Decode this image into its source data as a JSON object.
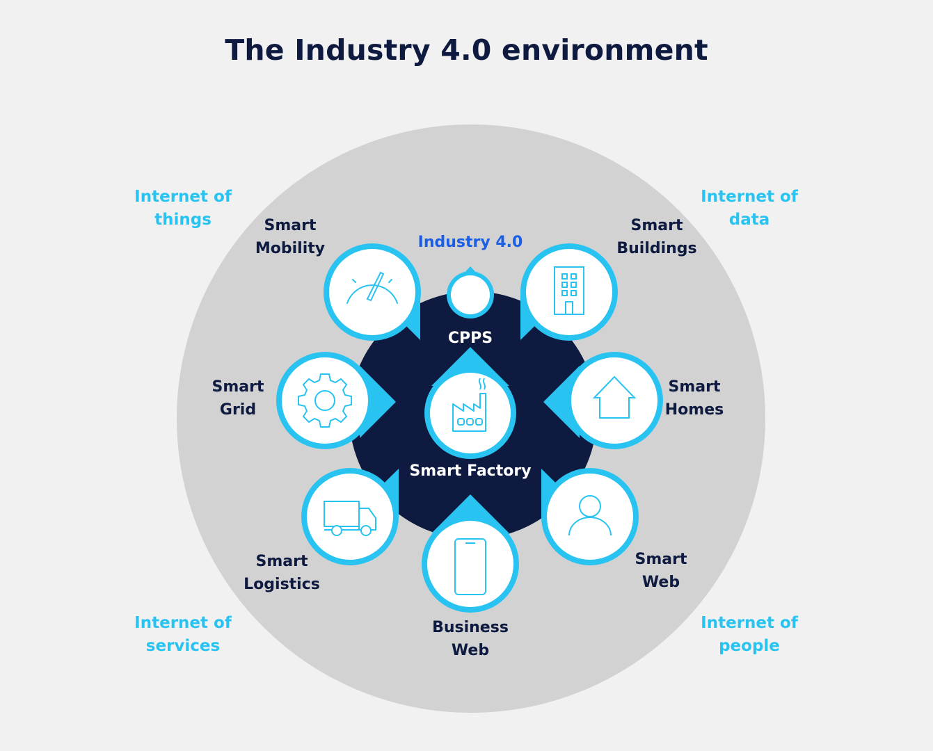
{
  "title": "The Industry 4.0 environment",
  "colors": {
    "background": "#f1f1f1",
    "outer_circle": "#d2d2d2",
    "core": "#0e1a3f",
    "accent": "#29c3f1",
    "highlight": "#1b5ee6"
  },
  "corners": {
    "internet_of_things": [
      "Internet of",
      "things"
    ],
    "internet_of_data": [
      "Internet of",
      "data"
    ],
    "internet_of_services": [
      "Internet of",
      "services"
    ],
    "internet_of_people": [
      "Internet of",
      "people"
    ]
  },
  "core": {
    "industry": "Industry 4.0",
    "cpps": "CPPS",
    "smart_factory": "Smart Factory"
  },
  "nodes": {
    "smart_mobility": {
      "line1": "Smart",
      "line2": "Mobility",
      "icon": "speedometer-icon"
    },
    "smart_buildings": {
      "line1": "Smart",
      "line2": "Buildings",
      "icon": "building-icon"
    },
    "smart_grid": {
      "line1": "Smart",
      "line2": "Grid",
      "icon": "gear-icon"
    },
    "smart_homes": {
      "line1": "Smart",
      "line2": "Homes",
      "icon": "house-icon"
    },
    "smart_logistics": {
      "line1": "Smart",
      "line2": "Logistics",
      "icon": "truck-icon"
    },
    "business_web": {
      "line1": "Business",
      "line2": "Web",
      "icon": "smartphone-icon"
    },
    "smart_web": {
      "line1": "Smart",
      "line2": "Web",
      "icon": "user-icon"
    },
    "smart_factory": {
      "icon": "factory-icon"
    }
  }
}
